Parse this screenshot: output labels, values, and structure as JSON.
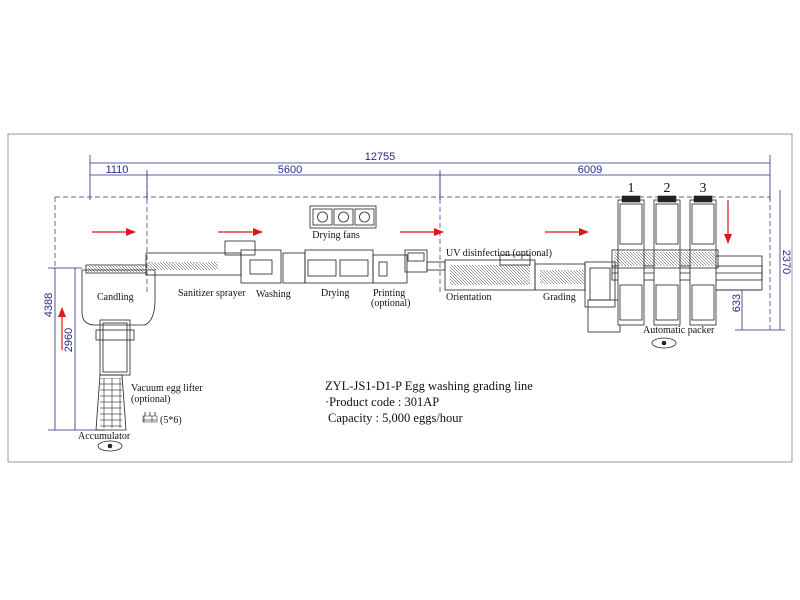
{
  "dimensions": {
    "total_length": "12755",
    "seg1": "1110",
    "seg2": "5600",
    "seg3": "6009",
    "left_height": "4388",
    "left_inner_height": "2960",
    "right_height": "2370",
    "right_small": "633"
  },
  "stations": {
    "drying_fans": "Drying fans",
    "uv": "UV disinfection (optional)",
    "candling": "Candling",
    "sanitizer": "Sanitizer sprayer",
    "washing": "Washing",
    "drying": "Drying",
    "printing_1": "Printing",
    "printing_2": "(optional)",
    "orientation": "Orientation",
    "grading": "Grading",
    "packer": "Automatic packer",
    "lifter_1": "Vacuum egg lifter",
    "lifter_2": "(optional)",
    "lifter_grid": "(5*6)",
    "accumulator": "Accumulator"
  },
  "packer_numbers": [
    "1",
    "2",
    "3"
  ],
  "info": {
    "line1": "ZYL-JS1-D1-P Egg washing grading line",
    "line2": "·Product code : 301AP",
    "line3": "Capacity : 5,000 eggs/hour"
  },
  "colors": {
    "dimension": "#2a2a8a",
    "flow_arrow": "#e01818",
    "machine": "#222222",
    "frame": "#9a9a9a"
  }
}
